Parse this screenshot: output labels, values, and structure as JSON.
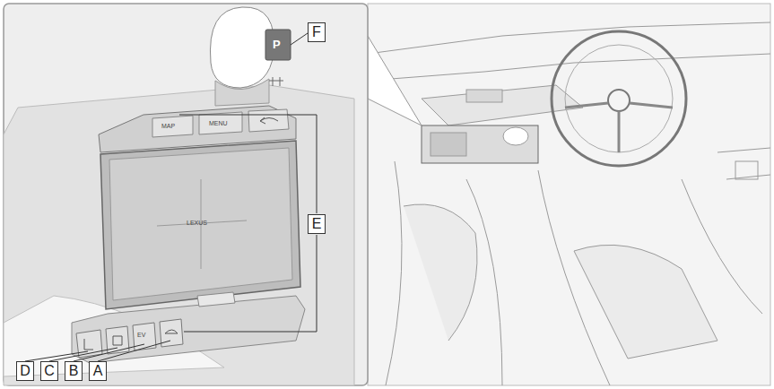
{
  "diagram": {
    "labels": [
      "F",
      "E",
      "D",
      "C",
      "B",
      "A",
      "P",
      "MAP",
      "MENU",
      "LEXUS",
      "EV"
    ]
  }
}
